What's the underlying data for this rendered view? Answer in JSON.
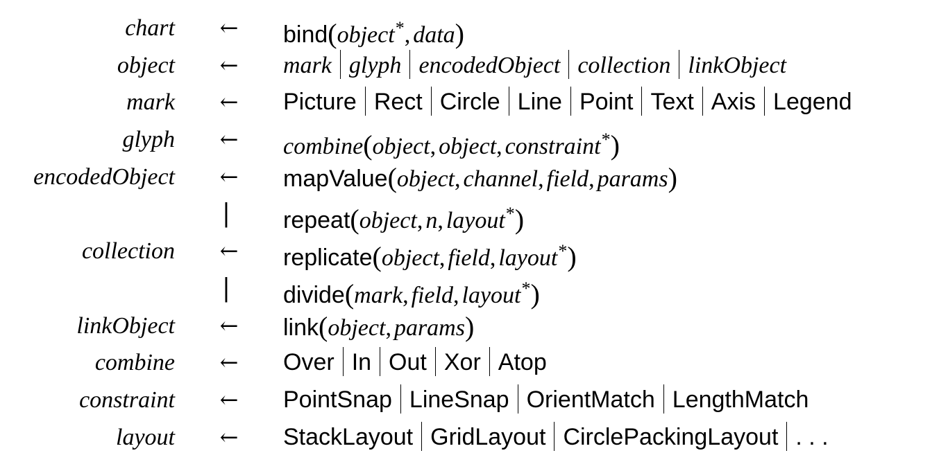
{
  "rules": [
    {
      "lhs": "chart",
      "op": "←",
      "rhs": {
        "kind": "call",
        "fn": "bind",
        "args": [
          {
            "text": "object",
            "star": true
          },
          {
            "text": "data",
            "star": false
          }
        ]
      }
    },
    {
      "lhs": "object",
      "op": "←",
      "rhs": {
        "kind": "alts",
        "style": "italic",
        "items": [
          "mark",
          "glyph",
          "encodedObject",
          "collection",
          "linkObject"
        ]
      }
    },
    {
      "lhs": "mark",
      "op": "←",
      "rhs": {
        "kind": "alts",
        "style": "sans",
        "items": [
          "Picture",
          "Rect",
          "Circle",
          "Line",
          "Point",
          "Text",
          "Axis",
          "Legend"
        ]
      }
    },
    {
      "lhs": "glyph",
      "op": "←",
      "rhs": {
        "kind": "call",
        "fn": "combine",
        "fn_style": "italic",
        "args": [
          {
            "text": "object",
            "star": false
          },
          {
            "text": "object",
            "star": false
          },
          {
            "text": "constraint",
            "star": true
          }
        ]
      }
    },
    {
      "lhs": "encodedObject",
      "op": "←",
      "rhs": {
        "kind": "call",
        "fn": "mapValue",
        "args": [
          {
            "text": "object",
            "star": false
          },
          {
            "text": "channel",
            "star": false
          },
          {
            "text": "field",
            "star": false
          },
          {
            "text": "params",
            "star": false
          }
        ]
      }
    },
    {
      "lhs": "",
      "op": "|",
      "rhs": {
        "kind": "call",
        "fn": "repeat",
        "args": [
          {
            "text": "object",
            "star": false
          },
          {
            "text": "n",
            "star": false
          },
          {
            "text": "layout",
            "star": true
          }
        ]
      }
    },
    {
      "lhs": "collection",
      "op": "←",
      "rhs": {
        "kind": "call",
        "fn": "replicate",
        "args": [
          {
            "text": "object",
            "star": false
          },
          {
            "text": "field",
            "star": false
          },
          {
            "text": "layout",
            "star": true
          }
        ]
      }
    },
    {
      "lhs": "",
      "op": "|",
      "rhs": {
        "kind": "call",
        "fn": "divide",
        "args": [
          {
            "text": "mark",
            "star": false
          },
          {
            "text": "field",
            "star": false
          },
          {
            "text": "layout",
            "star": true
          }
        ]
      }
    },
    {
      "lhs": "linkObject",
      "op": "←",
      "rhs": {
        "kind": "call",
        "fn": "link",
        "args": [
          {
            "text": "object",
            "star": false
          },
          {
            "text": "params",
            "star": false
          }
        ]
      }
    },
    {
      "lhs": "combine",
      "op": "←",
      "rhs": {
        "kind": "alts",
        "style": "sans",
        "items": [
          "Over",
          "In",
          "Out",
          "Xor",
          "Atop"
        ]
      }
    },
    {
      "lhs": "constraint",
      "op": "←",
      "rhs": {
        "kind": "alts",
        "style": "sans",
        "items": [
          "PointSnap",
          "LineSnap",
          "OrientMatch",
          "LengthMatch"
        ]
      }
    },
    {
      "lhs": "layout",
      "op": "←",
      "rhs": {
        "kind": "alts",
        "style": "sans",
        "items": [
          "StackLayout",
          "GridLayout",
          "CirclePackingLayout",
          ". . ."
        ]
      }
    }
  ]
}
